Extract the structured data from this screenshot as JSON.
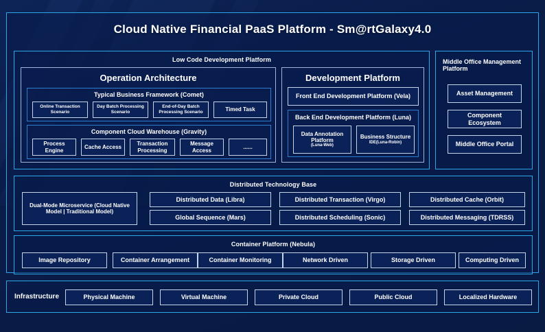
{
  "page": {
    "title": "Cloud Native Financial PaaS Platform - Sm@rtGalaxy4.0",
    "accent_color": "#2aa8e8",
    "background_color": "#0a1c4a",
    "box_fill_color": "#0b2259",
    "box_border_color": "#c6d6ea"
  },
  "low_code": {
    "header": "Low Code Development Platform",
    "operation_architecture": {
      "header": "Operation Architecture",
      "typical_business_framework": {
        "header": "Typical Business Framework (Comet)",
        "items": [
          "Online Transaction Scenario",
          "Day Batch Processing Scenario",
          "End-of-Day Batch Processing Scenario",
          "Timed Task"
        ]
      },
      "component_cloud_warehouse": {
        "header": "Component Cloud Warehouse (Gravity)",
        "items": [
          "Process Engine",
          "Cache Access",
          "Transaction Processing",
          "Message Access",
          "......"
        ]
      }
    },
    "development_platform": {
      "header": "Development Platform",
      "front_end": "Front End Development Platform (Vela)",
      "back_end": {
        "header": "Back End Development Platform (Luna)",
        "items": [
          {
            "title": "Data Annotation Platform",
            "sub": "(Luna-Web)"
          },
          {
            "title": "Business Structure",
            "sub": "IDE(Luna-Robin)"
          }
        ]
      }
    }
  },
  "middle_office": {
    "header": "Middle Office Management Platform",
    "items": [
      "Asset Management",
      "Component Ecosystem",
      "Middle Office Portal"
    ]
  },
  "distributed_base": {
    "header": "Distributed Technology Base",
    "dual_mode": "Dual-Mode Microservice (Cloud Native Model | Traditional Model)",
    "grid": [
      [
        "Distributed Data (Libra)",
        "Distributed Transaction (Virgo)",
        "Distributed Cache (Orbit)"
      ],
      [
        "Global Sequence (Mars)",
        "Distributed Scheduling (Sonic)",
        "Distributed Messaging (TDRSS)"
      ]
    ]
  },
  "container_platform": {
    "header": "Container Platform (Nebula)",
    "items": [
      "Image Repository",
      "Container Arrangement",
      "Container Monitoring",
      "Network Driven",
      "Storage Driven",
      "Computing Driven"
    ]
  },
  "infrastructure": {
    "label": "Infrastructure",
    "items": [
      "Physical Machine",
      "Virtual Machine",
      "Private Cloud",
      "Public Cloud",
      "Localized Hardware"
    ]
  }
}
